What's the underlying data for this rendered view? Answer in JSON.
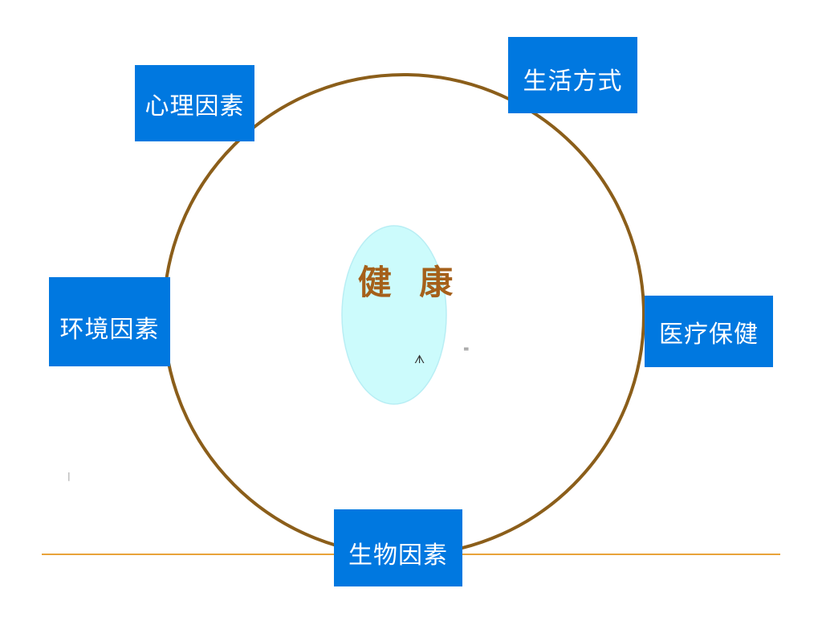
{
  "colors": {
    "box_fill": "#0078E0",
    "box_text": "#ffffff",
    "ring_stroke": "#8B5E1A",
    "core_fill": "#CCFBFC",
    "core_stroke": "#B8EEF4",
    "center_text": "#A5601A",
    "baseline": "#E8A33A"
  },
  "center": {
    "label": "健 康"
  },
  "factors": {
    "psychological": "心理因素",
    "lifestyle": "生活方式",
    "environmental": "环境因素",
    "healthcare": "医疗保健",
    "biological": "生物因素"
  },
  "marks": {
    "a": "ᗑ",
    "b": "=",
    "c": "|"
  }
}
